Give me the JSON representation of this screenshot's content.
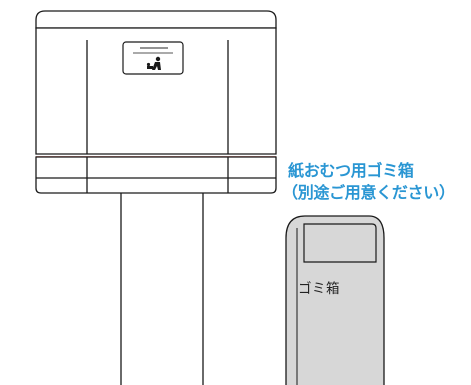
{
  "callout": {
    "line1": "紙おむつ用ゴミ箱",
    "line2": "（別途ご用意ください）"
  },
  "bin": {
    "label": "ゴミ箱"
  },
  "colors": {
    "callout_text": "#2a96d3",
    "bin_fill": "#d7d7d7",
    "line": "#1a1a1a",
    "table_accent": "#c0392b"
  },
  "icons": {
    "table_plate": "baby-changing-icon"
  }
}
